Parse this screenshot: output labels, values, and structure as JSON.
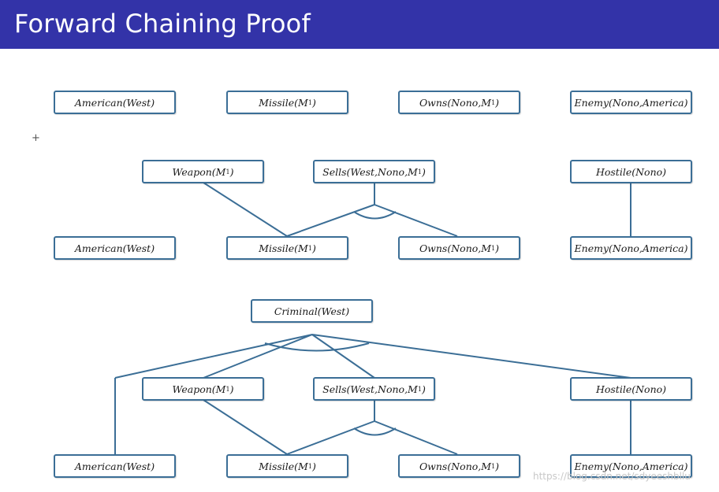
{
  "title": "Forward Chaining Proof",
  "watermark": "https://blog.csdn.net/sdyeeshbllu",
  "plus_mark": "+",
  "colors": {
    "title_bar": "#3333a8",
    "node_border": "#3b6e96",
    "edge": "#3b6e96"
  },
  "level1": [
    {
      "pred": "American(West)"
    },
    {
      "pred": "Missile(",
      "sub": "M",
      "subscript": "1",
      "end": ")"
    },
    {
      "pred": "Owns(Nono,",
      "sub": "M",
      "subscript": "1",
      "end": ")"
    },
    {
      "pred": "Enemy(Nono,America)"
    }
  ],
  "level2": {
    "weapon": {
      "pred": "Weapon(",
      "sub": "M",
      "subscript": "1",
      "end": ")"
    },
    "sells": {
      "pred": "Sells(West,Nono,",
      "sub": "M",
      "subscript": "1",
      "end": ")"
    },
    "hostile": {
      "pred": "Hostile(Nono)"
    },
    "american": {
      "pred": "American(West)"
    },
    "missile": {
      "pred": "Missile(",
      "sub": "M",
      "subscript": "1",
      "end": ")"
    },
    "owns": {
      "pred": "Owns(Nono,",
      "sub": "M",
      "subscript": "1",
      "end": ")"
    },
    "enemy": {
      "pred": "Enemy(Nono,America)"
    }
  },
  "level3": {
    "criminal": {
      "pred": "Criminal(West)"
    },
    "weapon": {
      "pred": "Weapon(",
      "sub": "M",
      "subscript": "1",
      "end": ")"
    },
    "sells": {
      "pred": "Sells(West,Nono,",
      "sub": "M",
      "subscript": "1",
      "end": ")"
    },
    "hostile": {
      "pred": "Hostile(Nono)"
    },
    "american": {
      "pred": "American(West)"
    },
    "missile": {
      "pred": "Missile(",
      "sub": "M",
      "subscript": "1",
      "end": ")"
    },
    "owns": {
      "pred": "Owns(Nono,",
      "sub": "M",
      "subscript": "1",
      "end": ")"
    },
    "enemy": {
      "pred": "Enemy(Nono,America)"
    }
  }
}
